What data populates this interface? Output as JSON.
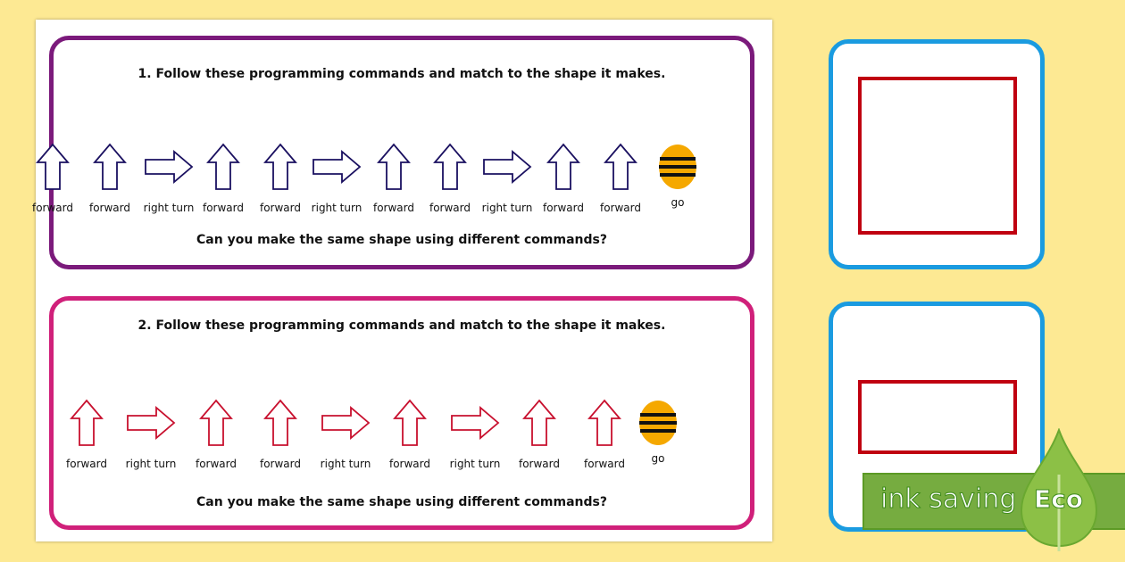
{
  "worksheets": [
    {
      "title": "1.  Follow these programming commands and match to the shape it makes.",
      "question": "Can you make the same shape using different commands?",
      "border_color": "#7b1a7b",
      "arrow_color": "#1a1060",
      "commands": [
        "forward",
        "forward",
        "right turn",
        "forward",
        "forward",
        "right turn",
        "forward",
        "forward",
        "right turn",
        "forward",
        "forward",
        "go"
      ]
    },
    {
      "title": "2.  Follow these programming commands and match to the shape it makes.",
      "question": "Can you make the same shape using different commands?",
      "border_color": "#d0207a",
      "arrow_color": "#c8102e",
      "commands": [
        "forward",
        "right turn",
        "forward",
        "forward",
        "right turn",
        "forward",
        "right turn",
        "forward",
        "forward",
        "go"
      ]
    }
  ],
  "shape_cards": [
    {
      "shape": "square",
      "color": "#c00010"
    },
    {
      "shape": "rectangle",
      "color": "#c00010"
    }
  ],
  "badge": {
    "text": "ink saving",
    "eco": "Eco",
    "color": "#76ac40"
  }
}
